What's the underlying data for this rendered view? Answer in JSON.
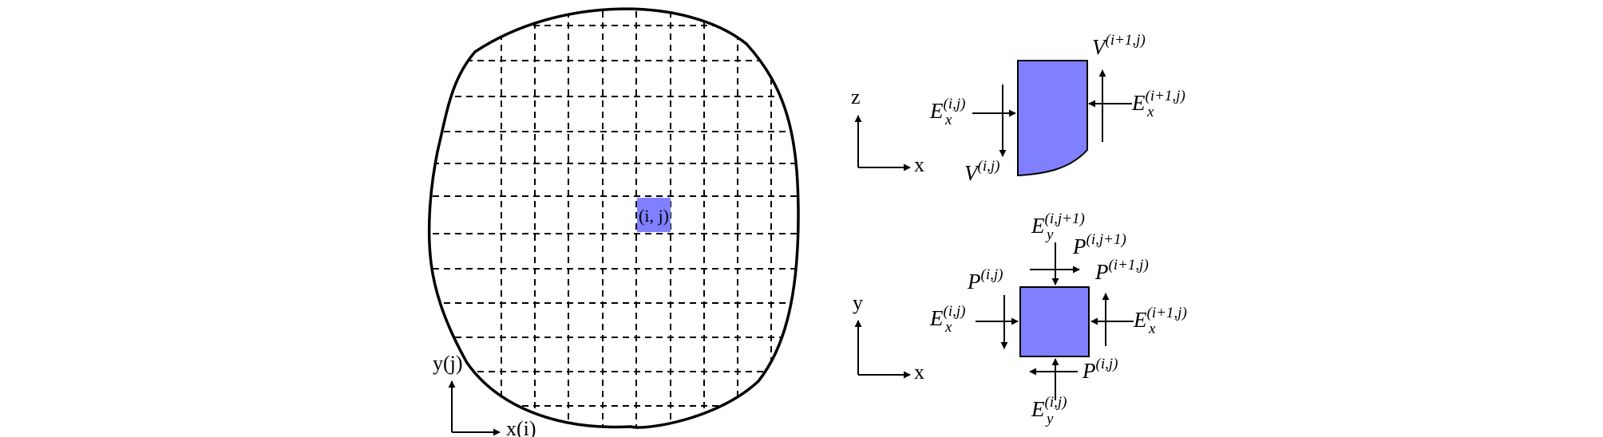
{
  "colors": {
    "cell_fill": "#8080ff",
    "line": "#000000",
    "background": "#ffffff"
  },
  "left": {
    "axis_x": "x(i)",
    "axis_y": "y(j)",
    "cell_label": "(i, j)"
  },
  "top_right": {
    "axis_x": "x",
    "axis_z": "z",
    "Ex_left": {
      "sym": "E",
      "sub": "x",
      "sup": "(i,j)"
    },
    "Ex_right": {
      "sym": "E",
      "sub": "x",
      "sup": "(i+1,j)"
    },
    "V_left": {
      "sym": "V",
      "sup": "(i,j)"
    },
    "V_right": {
      "sym": "V",
      "sup": "(i+1,j)"
    }
  },
  "bottom_right": {
    "axis_x": "x",
    "axis_y": "y",
    "Ey_top": {
      "sym": "E",
      "sub": "y",
      "sup": "(i,j+1)"
    },
    "P_top": {
      "sym": "P",
      "sup": "(i,j+1)"
    },
    "P_left": {
      "sym": "P",
      "sup": "(i,j)"
    },
    "P_right": {
      "sym": "P",
      "sup": "(i+1,j)"
    },
    "Ex_left": {
      "sym": "E",
      "sub": "x",
      "sup": "(i,j)"
    },
    "Ex_right": {
      "sym": "E",
      "sub": "x",
      "sup": "(i+1,j)"
    },
    "P_bottom": {
      "sym": "P",
      "sup": "(i,j)"
    },
    "Ey_bottom": {
      "sym": "E",
      "sub": "y",
      "sup": "(i,j)"
    }
  }
}
